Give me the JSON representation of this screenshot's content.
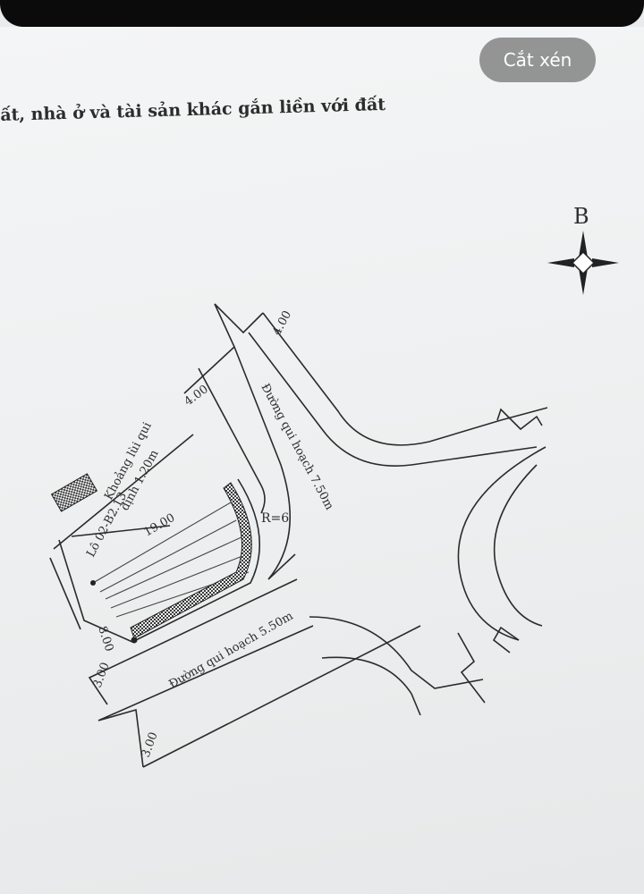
{
  "toolbar": {
    "crop_label": "Cắt xén"
  },
  "document": {
    "heading": "ất, nhà ở và tài sản khác gắn liền với đất",
    "compass_label": "B"
  },
  "plan": {
    "lot_label": "Lô 02-B2.13",
    "setback_label_line1": "Khoảng lùi qui",
    "setback_label_line2": "định 1.20m",
    "radius_label": "R=6",
    "lot_length": "19.00",
    "lot_width": "8.00",
    "road_750_label": "Đường qui hoạch 7.50m",
    "road_550_label": "Đường qui hoạch 5.50m",
    "sidewalk_top_right": "4.00",
    "sidewalk_top_left": "4.00",
    "sidewalk_bottom_left": "3.00",
    "sidewalk_bottom_right": "3.00"
  }
}
